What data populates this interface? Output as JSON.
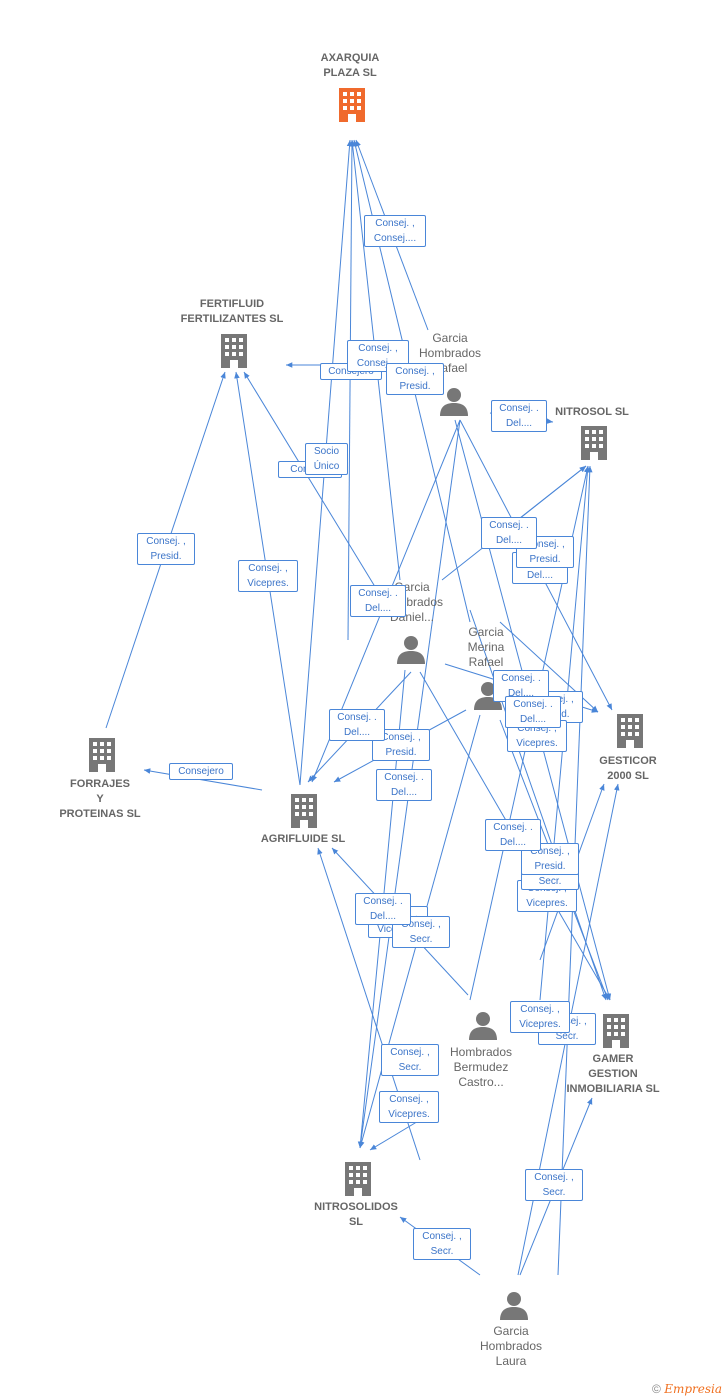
{
  "companies": {
    "axarquia": {
      "label": "AXARQUIA\nPLAZA  SL",
      "color": "#f06a2d"
    },
    "fertifluid": {
      "label": "FERTIFLUID\nFERTILIZANTES SL",
      "color": "#777777"
    },
    "nitrosol": {
      "label": "NITROSOL SL",
      "color": "#777777"
    },
    "gesticor": {
      "label": "GESTICOR\n2000 SL",
      "color": "#777777"
    },
    "forrajes": {
      "label": "FORRAJES\nY\nPROTEINAS SL",
      "color": "#777777"
    },
    "agrifluide": {
      "label": "AGRIFLUIDE SL",
      "color": "#777777"
    },
    "gamer": {
      "label": "GAMER\nGESTION\nINMOBILIARIA SL",
      "color": "#777777"
    },
    "nitrosolidos": {
      "label": "NITROSOLIDOS\nSL",
      "color": "#777777"
    }
  },
  "people": {
    "rafael_h": {
      "label": "Garcia\nHombrados\nRafael"
    },
    "daniel": {
      "label": "Garcia\nHombrados\nDaniel..."
    },
    "merina": {
      "label": "Garcia\nMerina\nRafael"
    },
    "castro": {
      "label": "Hombrados\nBermudez\nCastro..."
    },
    "laura": {
      "label": "Garcia\nHombrados\nLaura"
    }
  },
  "edge_labels": {
    "e1": "Consej. ,\nConsej....",
    "e2": "Consej. ,\nConsej....",
    "e3": "Consejero",
    "e4": "Consej. ,\nPresid.",
    "e5": "Consej. .\nDel....",
    "e6": "Socio\nÚnico",
    "e7": "Consej...",
    "e8": "Consej. ,\nPresid.",
    "e9": "Consej. ,\nVicepres.",
    "e10": "Consej. .\nDel....",
    "e11": "Consej. ,\nPresid.",
    "e12": "Consej. .\nDel....",
    "e13": "Consej. .\nDel....",
    "e14": "Consej. ,\nPresid.",
    "e15": "Consej. .\nDel....",
    "e16": "Consej. .\nDel....",
    "e17": "Consej. .\nDel....",
    "e18": "Consej. ,\nVicepres.",
    "e19": "Consejero",
    "e20": "Consej. .\nDel....",
    "e21": "Consej. ,\nPresid.",
    "e22": "Consej. ,\nSecr.",
    "e23": "Consej. ,\nVicepres.",
    "e24": "Consej. .\nDel....",
    "e25": "Consej. ,\nPresid.",
    "e26": "Consej. ,\nSecr.",
    "e27": "Consej. ,\nVicepres.",
    "e28": "Consej. ,\nSecr.",
    "e29": "Consej. ,\nVicepres.",
    "e30": "Consej. ,\nSecr.",
    "e31": "Consej. ,\nSecr."
  },
  "footer": {
    "copyright": "©",
    "brand": "Empresia"
  },
  "colors": {
    "edge": "#4a86d8",
    "company_main": "#f06a2d",
    "company": "#777777",
    "person": "#777777"
  }
}
